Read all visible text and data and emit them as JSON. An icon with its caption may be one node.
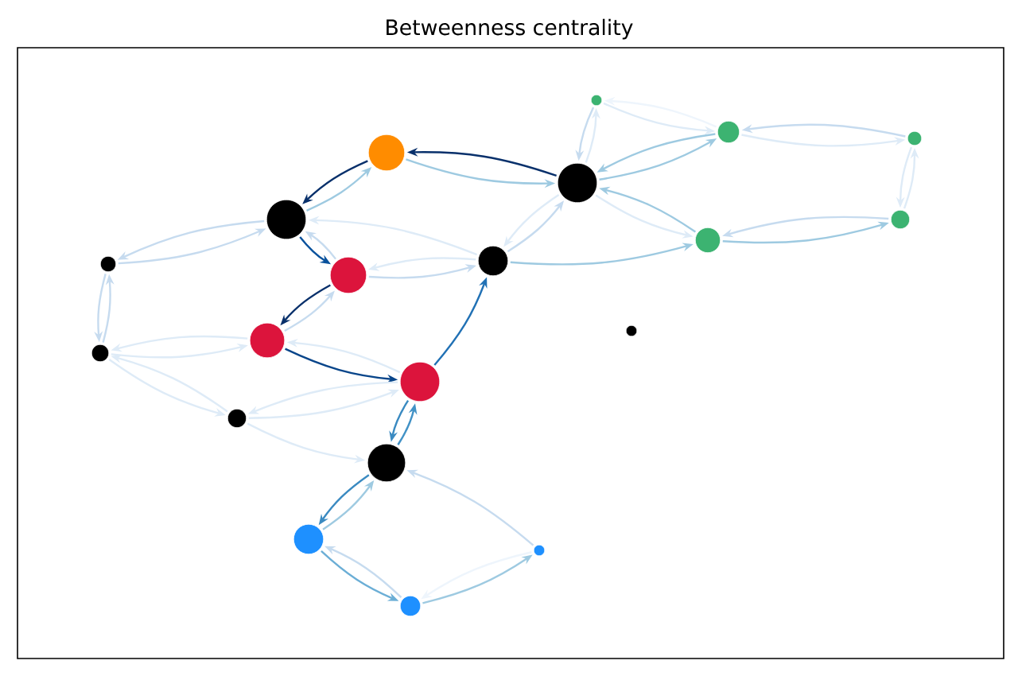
{
  "diagram": {
    "title": "Betweenness centrality",
    "nodes": [
      {
        "text": [],
        "shape": "circle"
      },
      {
        "text": [],
        "shape": "circle"
      },
      {
        "text": [],
        "shape": "circle"
      },
      {
        "text": [],
        "shape": "circle"
      },
      {
        "text": [],
        "shape": "circle"
      },
      {
        "text": [],
        "shape": "circle"
      },
      {
        "text": [],
        "shape": "circle"
      },
      {
        "text": [],
        "shape": "circle"
      },
      {
        "text": [],
        "shape": "circle"
      },
      {
        "text": [],
        "shape": "circle"
      },
      {
        "text": [],
        "shape": "circle"
      },
      {
        "text": [],
        "shape": "circle"
      },
      {
        "text": [],
        "shape": "circle"
      },
      {
        "text": [],
        "shape": "circle"
      },
      {
        "text": [],
        "shape": "circle"
      },
      {
        "text": [],
        "shape": "circle"
      },
      {
        "text": [],
        "shape": "circle"
      },
      {
        "text": [],
        "shape": "circle"
      },
      {
        "text": [],
        "shape": "circle"
      },
      {
        "text": [],
        "shape": "circle"
      }
    ],
    "edges": [
      {
        "from": 5,
        "to": 0,
        "arrow": "to",
        "color": "#08306b"
      },
      {
        "from": 0,
        "to": 5,
        "arrow": "to",
        "color": "#9ecae1"
      },
      {
        "from": 0,
        "to": 1,
        "arrow": "to",
        "color": "#08306b"
      },
      {
        "from": 1,
        "to": 0,
        "arrow": "to",
        "color": "#9ecae1"
      },
      {
        "from": 1,
        "to": 3,
        "arrow": "to",
        "color": "#08519c"
      },
      {
        "from": 3,
        "to": 1,
        "arrow": "to",
        "color": "#c6dbef"
      },
      {
        "from": 3,
        "to": 13,
        "arrow": "to",
        "color": "#08306b"
      },
      {
        "from": 13,
        "to": 3,
        "arrow": "to",
        "color": "#c6dbef"
      },
      {
        "from": 13,
        "to": 14,
        "arrow": "to",
        "color": "#08458a"
      },
      {
        "from": 14,
        "to": 13,
        "arrow": "to",
        "color": "#deebf7"
      },
      {
        "from": 14,
        "to": 4,
        "arrow": "to",
        "color": "#2171b5"
      },
      {
        "from": 14,
        "to": 16,
        "arrow": "to",
        "color": "#3a8ac1"
      },
      {
        "from": 16,
        "to": 14,
        "arrow": "to",
        "color": "#4292c6"
      },
      {
        "from": 16,
        "to": 17,
        "arrow": "to",
        "color": "#3a8ac1"
      },
      {
        "from": 17,
        "to": 16,
        "arrow": "to",
        "color": "#9ecae1"
      },
      {
        "from": 17,
        "to": 19,
        "arrow": "to",
        "color": "#6baed6"
      },
      {
        "from": 19,
        "to": 17,
        "arrow": "to",
        "color": "#c6dbef"
      },
      {
        "from": 19,
        "to": 18,
        "arrow": "to",
        "color": "#9ecae1"
      },
      {
        "from": 18,
        "to": 19,
        "arrow": "to",
        "color": "#eef5fc"
      },
      {
        "from": 18,
        "to": 16,
        "arrow": "to",
        "color": "#c6dbef"
      },
      {
        "from": 1,
        "to": 2,
        "arrow": "to",
        "color": "#c6dbef"
      },
      {
        "from": 2,
        "to": 1,
        "arrow": "to",
        "color": "#c6dbef"
      },
      {
        "from": 2,
        "to": 12,
        "arrow": "to",
        "color": "#c6dbef"
      },
      {
        "from": 12,
        "to": 2,
        "arrow": "to",
        "color": "#c6dbef"
      },
      {
        "from": 12,
        "to": 13,
        "arrow": "to",
        "color": "#deebf7"
      },
      {
        "from": 13,
        "to": 12,
        "arrow": "to",
        "color": "#deebf7"
      },
      {
        "from": 12,
        "to": 15,
        "arrow": "to",
        "color": "#deebf7"
      },
      {
        "from": 15,
        "to": 12,
        "arrow": "to",
        "color": "#deebf7"
      },
      {
        "from": 15,
        "to": 14,
        "arrow": "to",
        "color": "#deebf7"
      },
      {
        "from": 14,
        "to": 15,
        "arrow": "to",
        "color": "#deebf7"
      },
      {
        "from": 15,
        "to": 16,
        "arrow": "to",
        "color": "#deebf7"
      },
      {
        "from": 4,
        "to": 1,
        "arrow": "to",
        "color": "#deebf7"
      },
      {
        "from": 4,
        "to": 3,
        "arrow": "to",
        "color": "#deebf7"
      },
      {
        "from": 3,
        "to": 4,
        "arrow": "to",
        "color": "#c6dbef"
      },
      {
        "from": 4,
        "to": 5,
        "arrow": "to",
        "color": "#c6dbef"
      },
      {
        "from": 5,
        "to": 4,
        "arrow": "to",
        "color": "#deebf7"
      },
      {
        "from": 5,
        "to": 6,
        "arrow": "to",
        "color": "#deebf7"
      },
      {
        "from": 6,
        "to": 5,
        "arrow": "to",
        "color": "#c6dbef"
      },
      {
        "from": 5,
        "to": 7,
        "arrow": "to",
        "color": "#9ecae1"
      },
      {
        "from": 7,
        "to": 5,
        "arrow": "to",
        "color": "#9ecae1"
      },
      {
        "from": 5,
        "to": 10,
        "arrow": "to",
        "color": "#deebf7"
      },
      {
        "from": 10,
        "to": 5,
        "arrow": "to",
        "color": "#9ecae1"
      },
      {
        "from": 4,
        "to": 10,
        "arrow": "to",
        "color": "#9ecae1"
      },
      {
        "from": 7,
        "to": 6,
        "arrow": "to",
        "color": "#eef5fc"
      },
      {
        "from": 6,
        "to": 7,
        "arrow": "to",
        "color": "#deebf7"
      },
      {
        "from": 7,
        "to": 8,
        "arrow": "to",
        "color": "#deebf7"
      },
      {
        "from": 8,
        "to": 7,
        "arrow": "to",
        "color": "#c6dbef"
      },
      {
        "from": 8,
        "to": 9,
        "arrow": "to",
        "color": "#deebf7"
      },
      {
        "from": 9,
        "to": 8,
        "arrow": "to",
        "color": "#deebf7"
      },
      {
        "from": 9,
        "to": 10,
        "arrow": "to",
        "color": "#c6dbef"
      },
      {
        "from": 10,
        "to": 9,
        "arrow": "to",
        "color": "#9ecae1"
      }
    ]
  }
}
